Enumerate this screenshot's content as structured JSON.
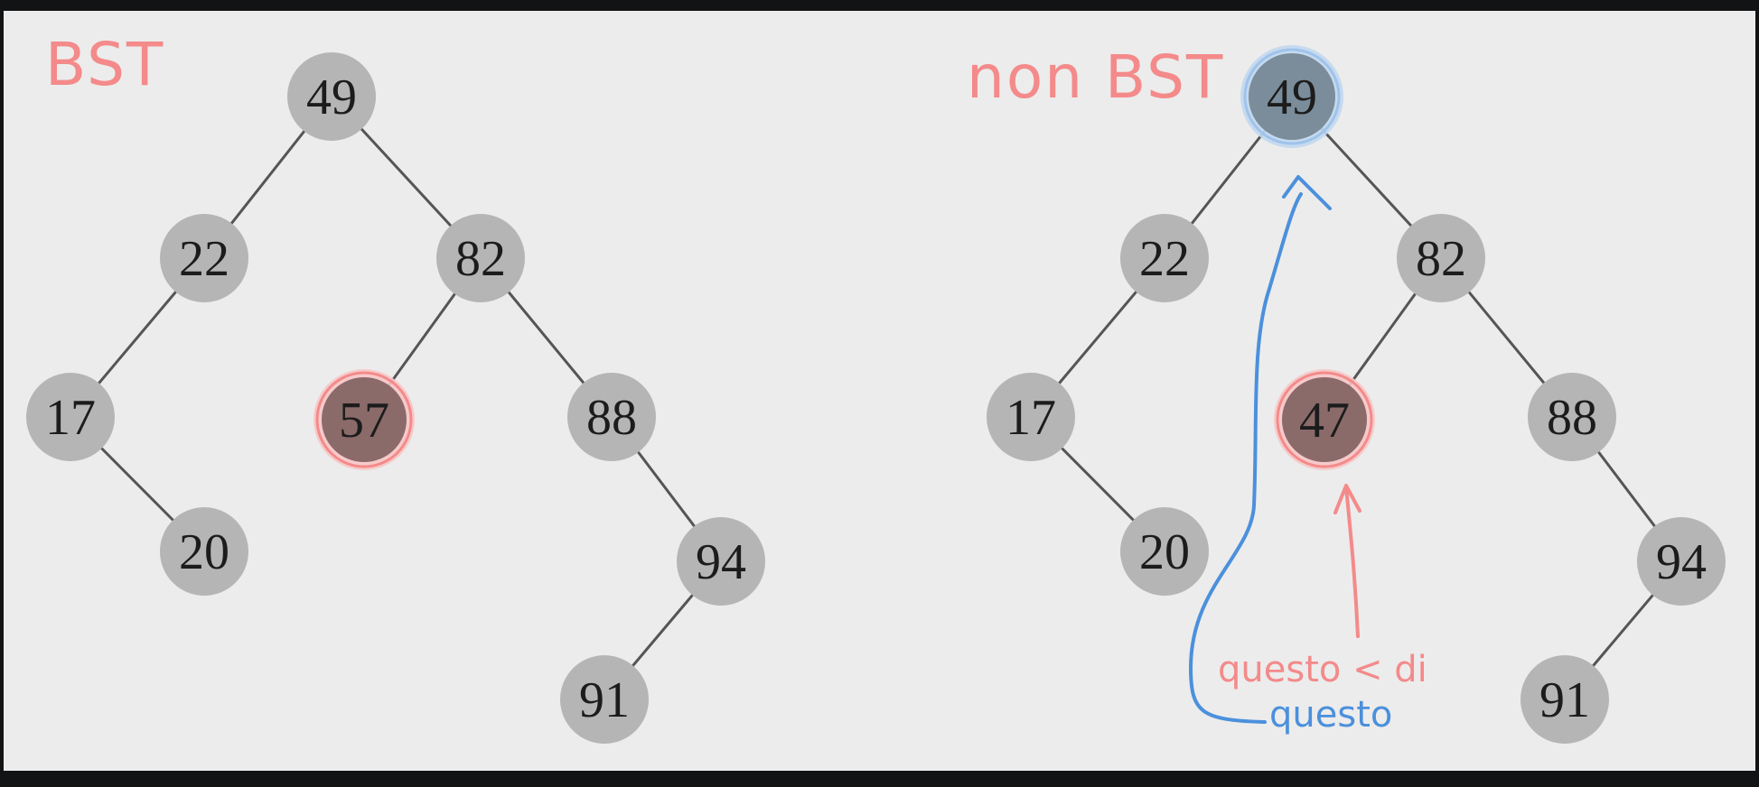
{
  "colors": {
    "frame": "#111315",
    "background": "#ececec",
    "node_fill": "#b5b5b5",
    "edge": "#555555",
    "highlight_red": "#f48a8a",
    "node_red_fill": "#8b6a6a",
    "highlight_blue": "#4b90dc",
    "node_blue_fill": "#7b8d9b"
  },
  "left_tree": {
    "title": "BST",
    "nodes": [
      "49",
      "22",
      "82",
      "17",
      "57",
      "88",
      "20",
      "94",
      "91"
    ]
  },
  "right_tree": {
    "title": "non BST",
    "nodes": [
      "49",
      "22",
      "82",
      "17",
      "47",
      "88",
      "20",
      "94",
      "91"
    ],
    "annotation_red": "questo < di",
    "annotation_blue": "questo"
  }
}
